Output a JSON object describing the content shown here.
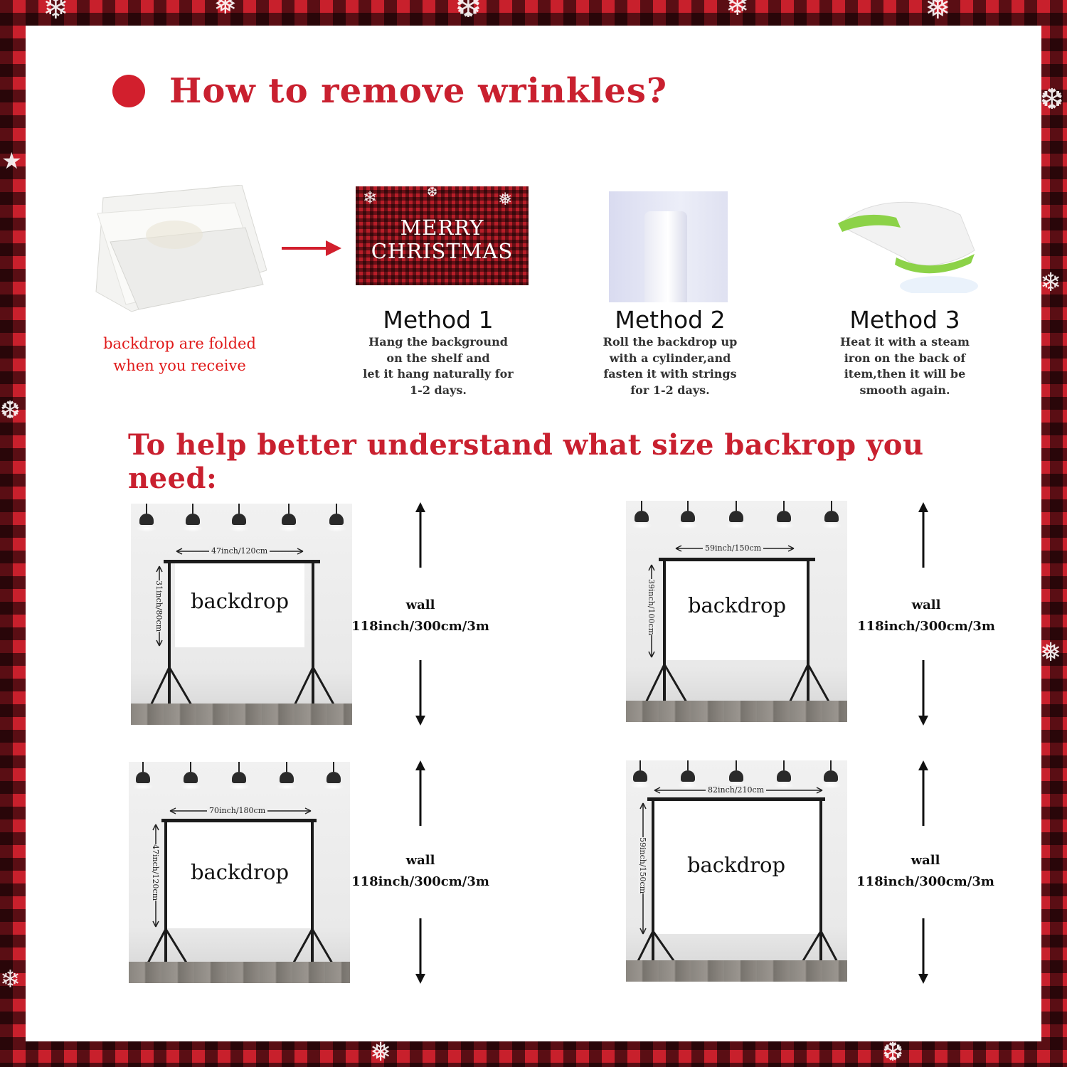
{
  "header": {
    "title": "How to remove wrinkles?"
  },
  "folded": {
    "caption_line1": "backdrop are folded",
    "caption_line2": "when you receive"
  },
  "sample": {
    "line1": "MERRY",
    "line2": "CHRISTMAS"
  },
  "methods": [
    {
      "title": "Method 1",
      "lines": [
        "Hang the background",
        "on the shelf and",
        "let it hang naturally for",
        "1-2 days."
      ]
    },
    {
      "title": "Method 2",
      "lines": [
        "Roll the backdrop up",
        "with a cylinder,and",
        "fasten it with strings",
        "for 1-2 days."
      ]
    },
    {
      "title": "Method 3",
      "lines": [
        "Heat it with a steam",
        "iron on the back of",
        "item,then it will be",
        "smooth again."
      ]
    }
  ],
  "subtitle": "To help better understand what size backrop you need:",
  "scenes": [
    {
      "label": "backdrop",
      "width_dim": "47inch/120cm",
      "height_dim": "31inch/80cm",
      "wall_label": "wall",
      "wall_size": "118inch/300cm/3m"
    },
    {
      "label": "backdrop",
      "width_dim": "59inch/150cm",
      "height_dim": "39inch/100cm",
      "wall_label": "wall",
      "wall_size": "118inch/300cm/3m"
    },
    {
      "label": "backdrop",
      "width_dim": "70inch/180cm",
      "height_dim": "47inch/120cm",
      "wall_label": "wall",
      "wall_size": "118inch/300cm/3m"
    },
    {
      "label": "backdrop",
      "width_dim": "82inch/210cm",
      "height_dim": "59inch/150cm",
      "wall_label": "wall",
      "wall_size": "118inch/300cm/3m"
    }
  ],
  "colors": {
    "accent_red": "#c9202f",
    "caption_red": "#e01a1a",
    "plaid_red": "#c8202c"
  },
  "icons": {
    "bullet": "red-dot-icon",
    "arrow": "arrow-right-icon",
    "wall_arrow": "double-arrow-vertical-icon"
  }
}
